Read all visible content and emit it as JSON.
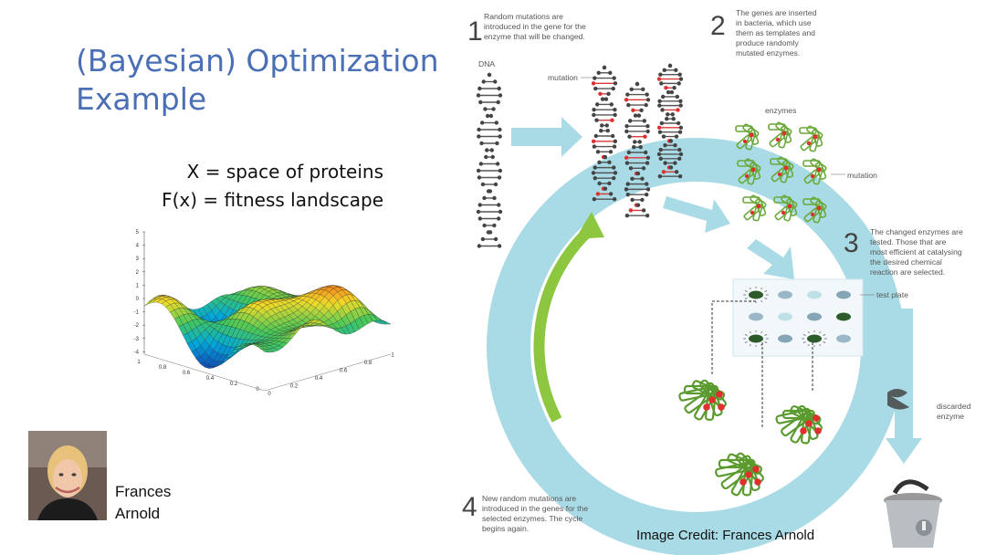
{
  "slide": {
    "title_line1": "(Bayesian) Optimization",
    "title_line2": "Example",
    "formula_line1": "X = space of proteins",
    "formula_line2": "F(x) = fitness landscape",
    "person_first": "Frances",
    "person_last": "Arnold",
    "credit": "Image Credit: Frances Arnold"
  },
  "plot": {
    "z_ticks": [
      "5",
      "4",
      "3",
      "2",
      "1",
      "0",
      "-1",
      "-2",
      "-3",
      "-4"
    ],
    "x_ticks": [
      "1",
      "0.8",
      "0.6",
      "0.4",
      "0.2",
      "0"
    ],
    "y_ticks": [
      "0",
      "0.2",
      "0.4",
      "0.6",
      "0.8",
      "1"
    ]
  },
  "diagram": {
    "step1_num": "1",
    "step1_lines": [
      "Random mutations are",
      "introduced in the gene for the",
      "enzyme that will be changed."
    ],
    "step2_num": "2",
    "step2_lines": [
      "The genes are inserted",
      "in bacteria, which use",
      "them as templates and",
      "produce randomly",
      "mutated enzymes."
    ],
    "step3_num": "3",
    "step3_lines": [
      "The changed enzymes are",
      "tested. Those that are",
      "most efficient at catalysing",
      "the desired chemical",
      "reaction are selected."
    ],
    "step4_num": "4",
    "step4_lines": [
      "New random mutations are",
      "introduced in the genes for the",
      "selected enzymes. The cycle",
      "begins again."
    ],
    "label_dna": "DNA",
    "label_mutation": "mutation",
    "label_enzymes": "enzymes",
    "label_mutation2": "mutation",
    "label_test_plate": "test plate",
    "label_discarded1": "discarded",
    "label_discarded2": "enzyme"
  },
  "colors": {
    "title": "#4a6fb5",
    "cycle": "#a9dbe6",
    "green_arrow": "#8dc63f",
    "enzyme": "#5a9a2e",
    "mutation_dot": "#e0302e"
  }
}
